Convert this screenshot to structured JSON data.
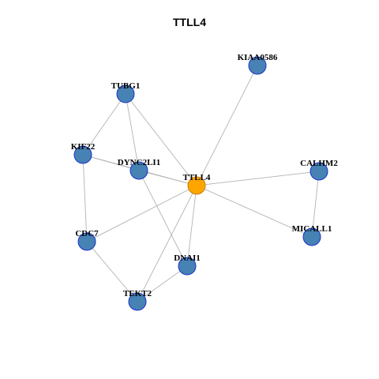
{
  "title": "TTLL4",
  "colors": {
    "node_fill": "#4682b4",
    "node_stroke": "#1c33c8",
    "center_fill": "#ffa500",
    "center_stroke": "#c47f00",
    "edge": "#b3b3b3"
  },
  "network": {
    "nodes": [
      {
        "id": "TTLL4",
        "label": "TTLL4",
        "center": true
      },
      {
        "id": "KIAA0586",
        "label": "KIAA0586"
      },
      {
        "id": "TUBG1",
        "label": "TUBG1"
      },
      {
        "id": "KIF22",
        "label": "KIF22"
      },
      {
        "id": "DYNC2LI1",
        "label": "DYNC2LI1"
      },
      {
        "id": "CALHM2",
        "label": "CALHM2"
      },
      {
        "id": "MICALL1",
        "label": "MICALL1"
      },
      {
        "id": "CDC7",
        "label": "CDC7"
      },
      {
        "id": "DNAI1",
        "label": "DNAI1"
      },
      {
        "id": "TEKT2",
        "label": "TEKT2"
      }
    ],
    "edges": [
      [
        "TTLL4",
        "KIAA0586"
      ],
      [
        "TTLL4",
        "TUBG1"
      ],
      [
        "TTLL4",
        "KIF22"
      ],
      [
        "TTLL4",
        "DYNC2LI1"
      ],
      [
        "TTLL4",
        "CALHM2"
      ],
      [
        "TTLL4",
        "MICALL1"
      ],
      [
        "TTLL4",
        "CDC7"
      ],
      [
        "TTLL4",
        "DNAI1"
      ],
      [
        "TTLL4",
        "TEKT2"
      ],
      [
        "TUBG1",
        "KIF22"
      ],
      [
        "TUBG1",
        "DYNC2LI1"
      ],
      [
        "KIF22",
        "DYNC2LI1"
      ],
      [
        "KIF22",
        "CDC7"
      ],
      [
        "DYNC2LI1",
        "DNAI1"
      ],
      [
        "CDC7",
        "TEKT2"
      ],
      [
        "TEKT2",
        "DNAI1"
      ],
      [
        "CALHM2",
        "MICALL1"
      ]
    ]
  }
}
